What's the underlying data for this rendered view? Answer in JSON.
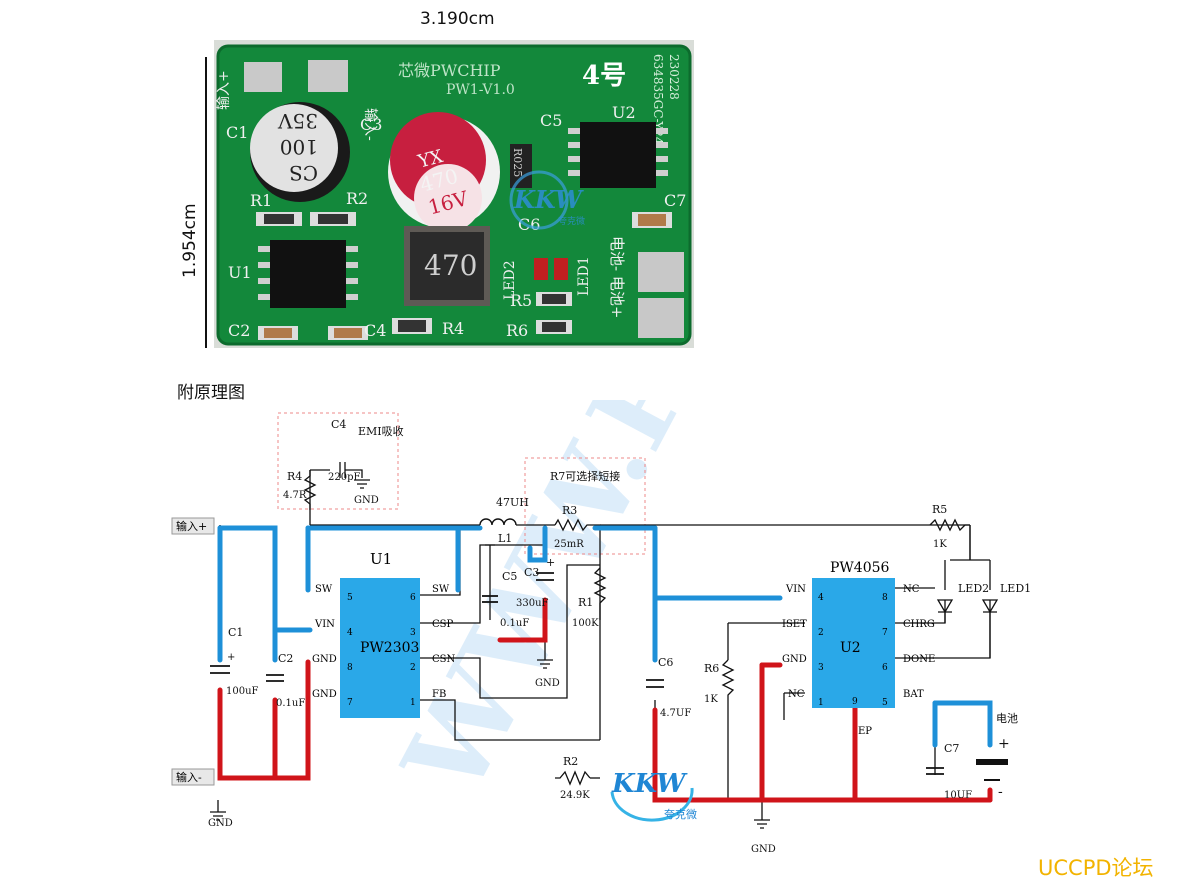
{
  "dimensions": {
    "width": "3.190cm",
    "height": "1.954cm"
  },
  "board": {
    "brand": "芯微PWCHIP",
    "version": "PW1-V1.0",
    "number": "4号",
    "serial_1": "634835GC-Y24",
    "serial_2": "230228",
    "labels": [
      "C1",
      "C3",
      "C5",
      "U2",
      "R1",
      "R2",
      "U1",
      "C6",
      "C7",
      "LED2",
      "LED1",
      "R5",
      "R6",
      "R4",
      "C2",
      "C4"
    ],
    "input_pos": "输入+",
    "input_neg": "输入-",
    "battery_label": "电池- 电池+",
    "cap_big_lines": [
      "CS",
      "100",
      "35V"
    ],
    "cap_red_lines": [
      "YX",
      "470",
      "16V"
    ],
    "inductor_text": "470",
    "resistor_text": "R025",
    "watermark": "KKW",
    "watermark_sub": "夸克微"
  },
  "caption": "附原理图",
  "schematic": {
    "emi_label": "EMI吸收",
    "r7_label": "R7可选择短接",
    "input_pos": "输入+",
    "input_neg": "输入-",
    "gnd": "GND",
    "c4": "C4",
    "c4_val": "220pF",
    "r4": "R4",
    "r4_val": "4.7R",
    "l1_val": "47UH",
    "l1": "L1",
    "r3": "R3",
    "r3_val": "25mR",
    "c5": "C5",
    "c5_val": "0.1uF",
    "c3": "C3",
    "c3_val": "330uF",
    "r1": "R1",
    "r1_val": "100K",
    "r2": "R2",
    "r2_val": "24.9K",
    "c1": "C1",
    "c1_val": "100uF",
    "c2": "C2",
    "c2_val": "0.1uF",
    "c6": "C6",
    "c6_val": "4.7UF",
    "r6": "R6",
    "r6_val": "1K",
    "r5": "R5",
    "r5_val": "1K",
    "c7": "C7",
    "c7_val": "10UF",
    "led2": "LED2",
    "led1": "LED1",
    "battery": "电池",
    "plus": "+",
    "minus": "-",
    "u1": {
      "ref": "U1",
      "name": "PW2303",
      "left_pins": [
        [
          "SW",
          "5"
        ],
        [
          "VIN",
          "4"
        ],
        [
          "GND",
          "8"
        ],
        [
          "GND",
          "7"
        ]
      ],
      "right_pins": [
        [
          "SW",
          "6"
        ],
        [
          "CSP",
          "3"
        ],
        [
          "CSN",
          "2"
        ],
        [
          "FB",
          "1"
        ]
      ]
    },
    "u2": {
      "ref": "U2",
      "name": "PW4056",
      "left_pins": [
        [
          "VIN",
          "4"
        ],
        [
          "ISET",
          "2"
        ],
        [
          "GND",
          "3"
        ],
        [
          "NC",
          "1"
        ]
      ],
      "right_pins": [
        [
          "NC",
          "8"
        ],
        [
          "CHRG",
          "7"
        ],
        [
          "DONE",
          "6"
        ],
        [
          "BAT",
          "5"
        ]
      ],
      "ep_pin": "9",
      "ep": "EP"
    },
    "logo": "KKW",
    "logo_sub": "夸克微",
    "colors": {
      "wire": "#111111",
      "vin": "#1e90d8",
      "gnd": "#d0141a",
      "chip": "#2aa8e8"
    }
  },
  "forum": "UCCPD论坛"
}
